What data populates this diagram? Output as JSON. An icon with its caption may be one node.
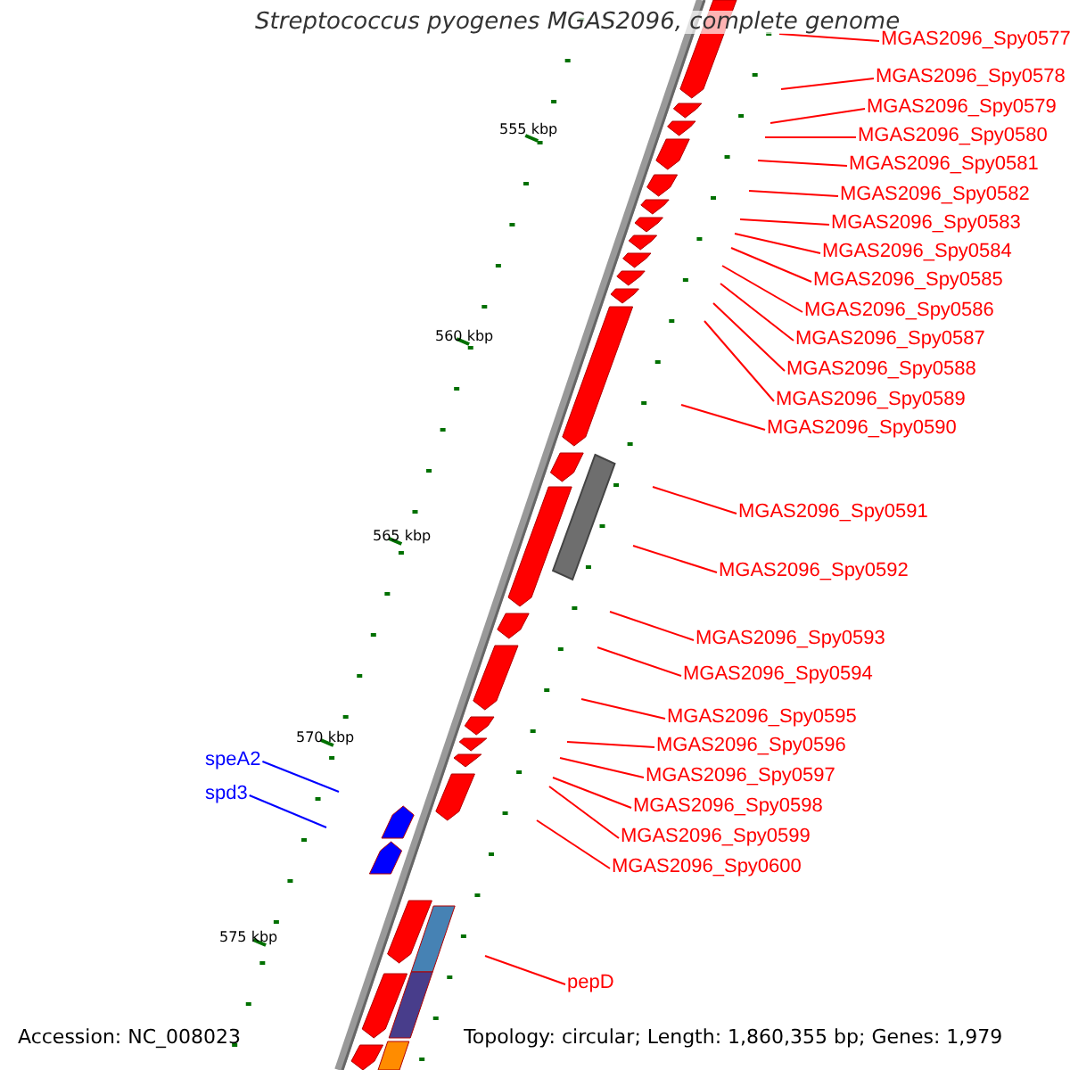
{
  "diagram": {
    "title": "Streptococcus pyogenes MGAS2096, complete genome",
    "nodes": [
      {
        "text": [
          "MGAS2096_Spy0577"
        ]
      },
      {
        "text": [
          "MGAS2096_Spy0578"
        ]
      },
      {
        "text": [
          "MGAS2096_Spy0579"
        ]
      },
      {
        "text": [
          "MGAS2096_Spy0580"
        ]
      },
      {
        "text": [
          "MGAS2096_Spy0581"
        ]
      },
      {
        "text": [
          "MGAS2096_Spy0582"
        ]
      },
      {
        "text": [
          "MGAS2096_Spy0583"
        ]
      },
      {
        "text": [
          "MGAS2096_Spy0584"
        ]
      },
      {
        "text": [
          "MGAS2096_Spy0585"
        ]
      },
      {
        "text": [
          "MGAS2096_Spy0586"
        ]
      },
      {
        "text": [
          "MGAS2096_Spy0587"
        ]
      },
      {
        "text": [
          "MGAS2096_Spy0588"
        ]
      },
      {
        "text": [
          "MGAS2096_Spy0589"
        ]
      },
      {
        "text": [
          "MGAS2096_Spy0590"
        ]
      },
      {
        "text": [
          "MGAS2096_Spy0591"
        ]
      },
      {
        "text": [
          "MGAS2096_Spy0592"
        ]
      },
      {
        "text": [
          "MGAS2096_Spy0593"
        ]
      },
      {
        "text": [
          "MGAS2096_Spy0594"
        ]
      },
      {
        "text": [
          "MGAS2096_Spy0595"
        ]
      },
      {
        "text": [
          "MGAS2096_Spy0596"
        ]
      },
      {
        "text": [
          "MGAS2096_Spy0597"
        ]
      },
      {
        "text": [
          "MGAS2096_Spy0598"
        ]
      },
      {
        "text": [
          "MGAS2096_Spy0599"
        ]
      },
      {
        "text": [
          "MGAS2096_Spy0600"
        ]
      },
      {
        "text": [
          "speA2"
        ]
      },
      {
        "text": [
          "spd3"
        ]
      },
      {
        "text": [
          "pepD"
        ]
      }
    ],
    "edges": [
      {
        "from": 0,
        "to": null,
        "arrow": "none"
      },
      {
        "from": 1,
        "to": null,
        "arrow": "none"
      },
      {
        "from": 2,
        "to": null,
        "arrow": "none"
      },
      {
        "from": 3,
        "to": null,
        "arrow": "none"
      },
      {
        "from": 4,
        "to": null,
        "arrow": "none"
      },
      {
        "from": 5,
        "to": null,
        "arrow": "none"
      },
      {
        "from": 6,
        "to": null,
        "arrow": "none"
      },
      {
        "from": 7,
        "to": null,
        "arrow": "none"
      },
      {
        "from": 8,
        "to": null,
        "arrow": "none"
      },
      {
        "from": 9,
        "to": null,
        "arrow": "none"
      },
      {
        "from": 10,
        "to": null,
        "arrow": "none"
      },
      {
        "from": 11,
        "to": null,
        "arrow": "none"
      },
      {
        "from": 12,
        "to": null,
        "arrow": "none"
      },
      {
        "from": 13,
        "to": null,
        "arrow": "none"
      },
      {
        "from": 14,
        "to": null,
        "arrow": "none"
      },
      {
        "from": 15,
        "to": null,
        "arrow": "none"
      },
      {
        "from": 16,
        "to": null,
        "arrow": "none"
      },
      {
        "from": 17,
        "to": null,
        "arrow": "none"
      },
      {
        "from": 18,
        "to": null,
        "arrow": "none"
      },
      {
        "from": 19,
        "to": null,
        "arrow": "none"
      },
      {
        "from": 20,
        "to": null,
        "arrow": "none"
      },
      {
        "from": 21,
        "to": null,
        "arrow": "none"
      },
      {
        "from": 22,
        "to": null,
        "arrow": "none"
      },
      {
        "from": 23,
        "to": null,
        "arrow": "none"
      },
      {
        "from": 24,
        "to": null,
        "arrow": "none",
        "color": "#0000ff"
      },
      {
        "from": 25,
        "to": null,
        "arrow": "none",
        "color": "#0000ff"
      },
      {
        "from": 26,
        "to": null,
        "arrow": "none"
      }
    ],
    "labels": [
      "555 kbp",
      "560 kbp",
      "565 kbp",
      "570 kbp",
      "575 kbp",
      "Accession: NC_008023",
      "Topology: circular; Length: 1,860,355 bp; Genes: 1,979"
    ]
  }
}
